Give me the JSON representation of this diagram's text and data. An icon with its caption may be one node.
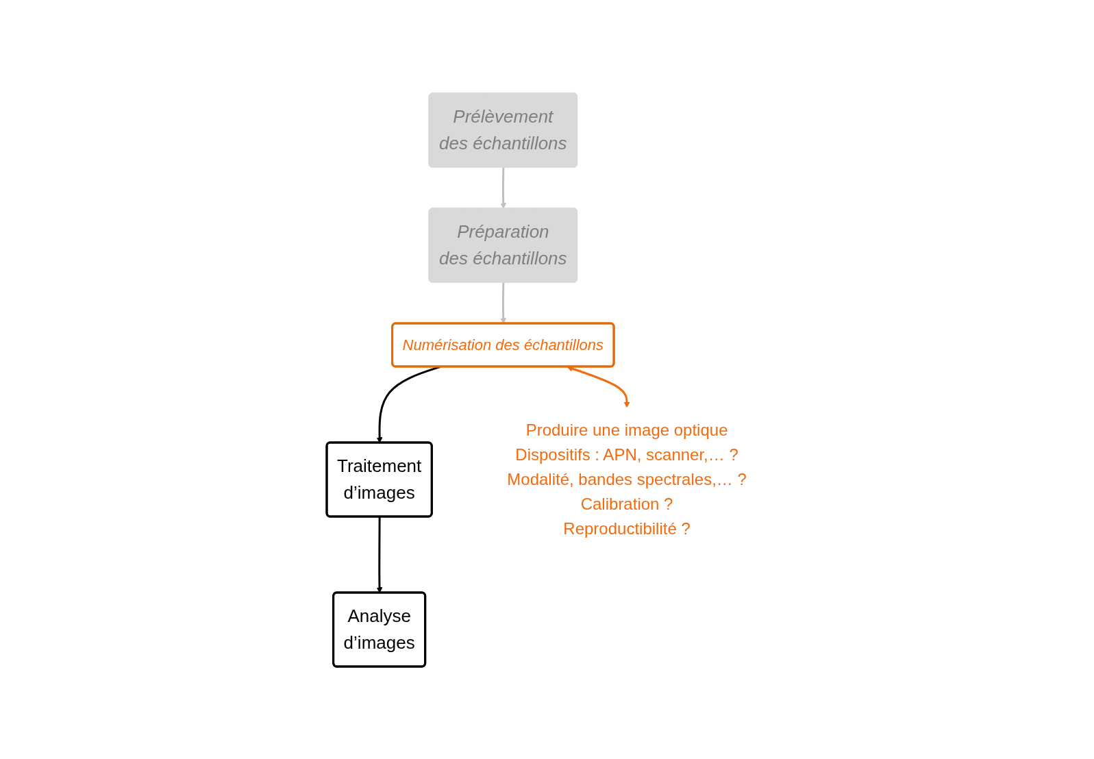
{
  "diagram": {
    "nodes": [
      {
        "text": [
          "Prélèvement",
          "des échantillons"
        ]
      },
      {
        "text": [
          "Préparation",
          "des échantillons"
        ]
      },
      {
        "text": [
          "Numérisation des échantillons"
        ]
      },
      {
        "text": [
          "Traitement",
          "d’images"
        ]
      },
      {
        "text": [
          "Analyse",
          "d’images"
        ]
      },
      {
        "text": [
          "Produire une image optique",
          "Dispositifs : APN, scanner,… ?",
          "Modalité, bandes spectrales,… ?",
          "Calibration ?",
          "Reproductibilité ?"
        ]
      }
    ],
    "edges": [
      {
        "from": 0,
        "to": 1,
        "arrow": "to",
        "color": "#bfbfbf"
      },
      {
        "from": 1,
        "to": 2,
        "arrow": "to",
        "color": "#bfbfbf"
      },
      {
        "from": 2,
        "to": 3,
        "arrow": "to",
        "color": "#000000"
      },
      {
        "from": 3,
        "to": 4,
        "arrow": "to",
        "color": "#000000"
      },
      {
        "from": 2,
        "to": 5,
        "arrow": "both",
        "color": "#f26b0f"
      }
    ]
  }
}
